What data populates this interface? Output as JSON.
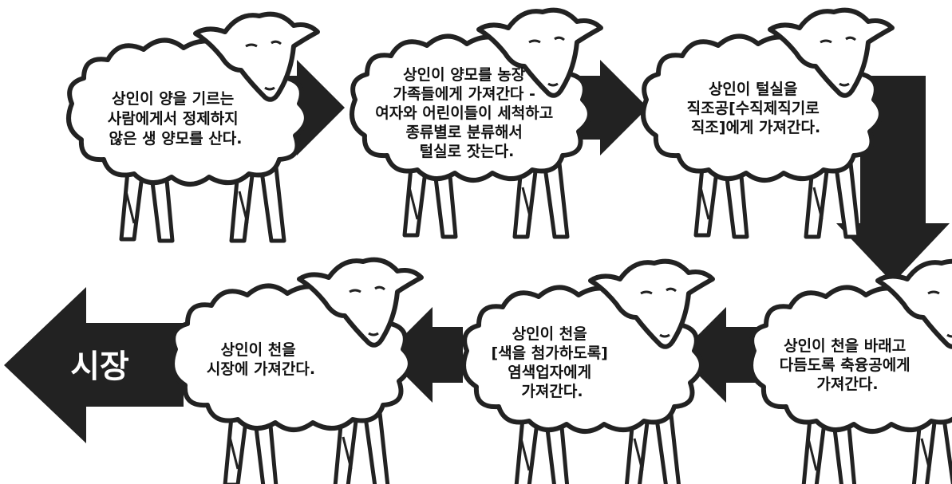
{
  "steps": [
    {
      "lines": [
        "상인이 양을 기르는",
        "사람에게서 정제하지",
        "않은 생 양모를 산다."
      ]
    },
    {
      "lines": [
        "상인이 양모를 농장",
        "가족들에게 가져간다 -",
        "여자와 어린이들이 세척하고",
        "종류별로 분류해서",
        "털실로 잣는다."
      ]
    },
    {
      "lines": [
        "상인이 털실을",
        "직조공[수직제직기로",
        "직조]에게 가져간다."
      ]
    },
    {
      "lines": [
        "상인이 천을 바래고",
        "다듬도록 축융공에게",
        "가져간다."
      ]
    },
    {
      "lines": [
        "상인이 천을",
        "[색을 첨가하도록]",
        "염색업자에게",
        "가져간다."
      ]
    },
    {
      "lines": [
        "상인이 천을",
        "시장에 가져간다."
      ]
    }
  ],
  "market_label": "시장",
  "colors": {
    "ink": "#222222",
    "background": "#ffffff"
  }
}
